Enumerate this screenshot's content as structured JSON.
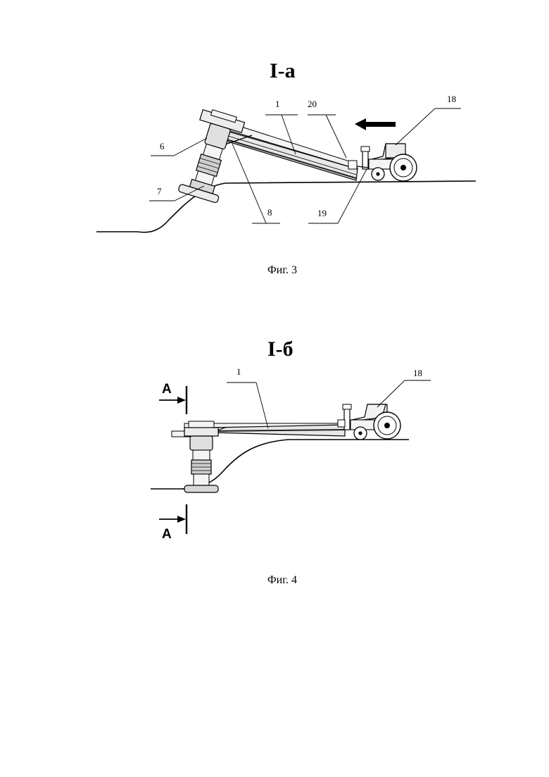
{
  "figure3": {
    "title": "I-а",
    "caption": "Фиг. 3",
    "labels": {
      "l1": "1",
      "l20": "20",
      "l18": "18",
      "l6": "6",
      "l7": "7",
      "l8": "8",
      "l19": "19"
    }
  },
  "figure4": {
    "title": "I-б",
    "caption": "Фиг. 4",
    "labels": {
      "l1": "1",
      "l18": "18"
    },
    "section_top": "А",
    "section_bottom": "А"
  }
}
